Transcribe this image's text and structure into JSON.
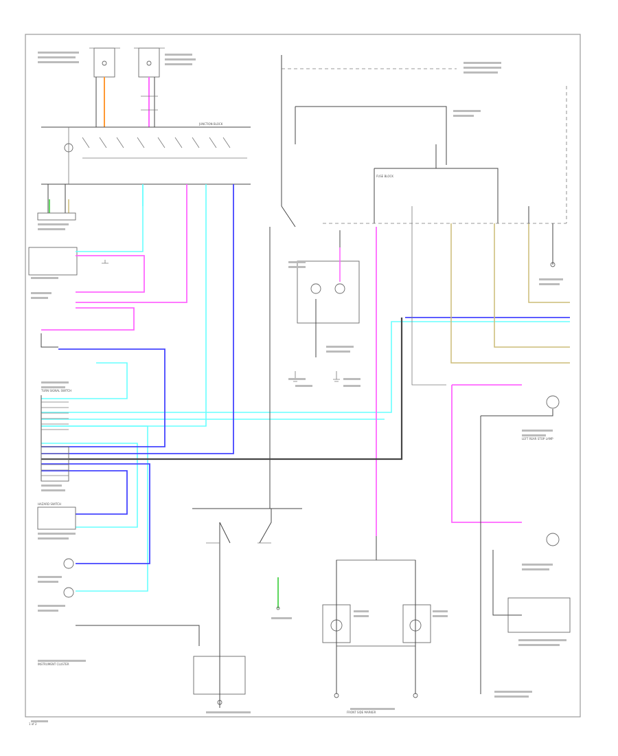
{
  "colors": {
    "pink": "#ff66ff",
    "cyan": "#66ffff",
    "blue": "#4444ff",
    "tan": "#ccbb77",
    "orange": "#ff9933",
    "green": "#33cc33",
    "dark": "#444444"
  },
  "labels": {
    "junction_block": "JUNCTION BLOCK",
    "hazard_switch": "HAZARD SWITCH",
    "turn_signal_switch": "TURN SIGNAL SWITCH",
    "instrument_cluster": "INSTRUMENT CLUSTER",
    "front_side_marker": "FRONT SIDE MARKER",
    "left_rear_stop_lamp": "LEFT REAR STOP LAMP",
    "fuse_block": "FUSE BLOCK",
    "page_ref": "1 of 2"
  }
}
